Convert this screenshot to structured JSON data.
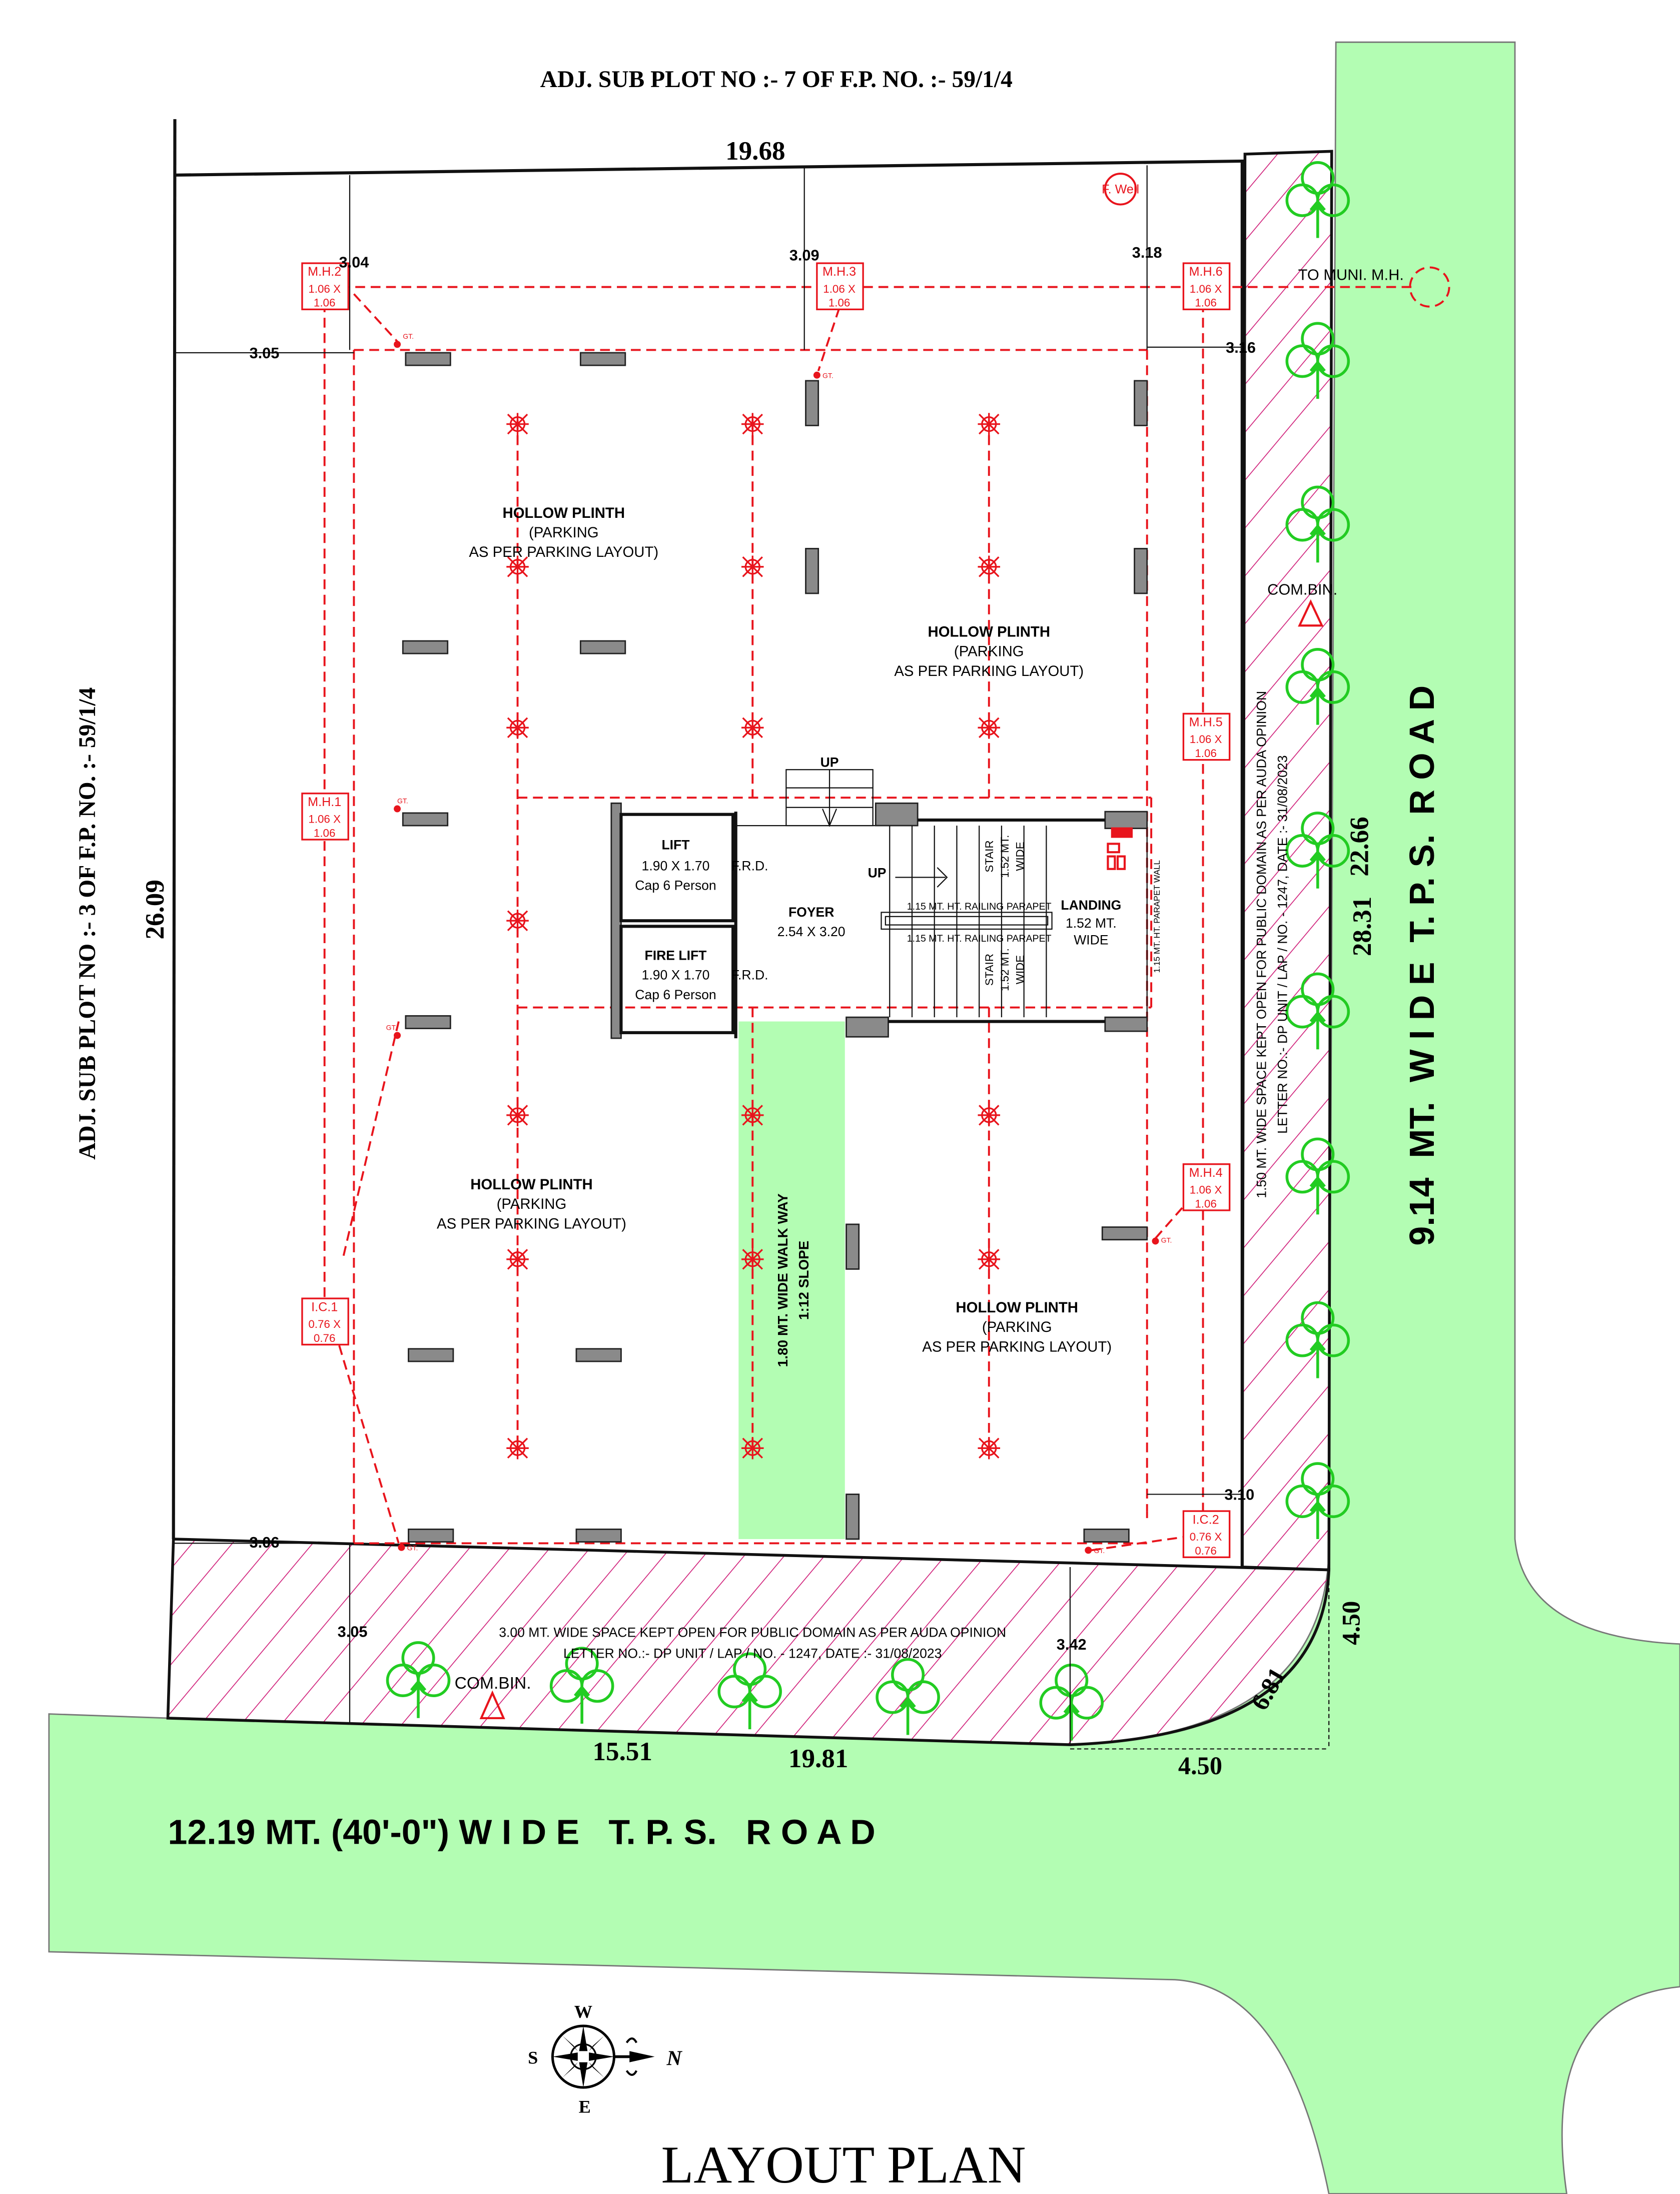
{
  "title": "LAYOUT PLAN",
  "adjacent": {
    "top": "ADJ. SUB PLOT NO :- 7 OF F.P. NO. :- 59/1/4",
    "left": "ADJ. SUB PLOT NO :- 3 OF F.P. NO. :- 59/1/4"
  },
  "roads": {
    "bottom": "12.19 MT. (40'-0\") W I D E   T. P. S.   R O A D",
    "right": "9.14  MT.  W I D E  T. P. S.  R O A D"
  },
  "dimensions": {
    "top_width": "19.68",
    "left_depth": "26.09",
    "right_22_66": "22.66",
    "right_28_31": "28.31",
    "bottom_15_51": "15.51",
    "bottom_19_81": "19.81",
    "corner_4_50_h": "4.50",
    "corner_4_50_v": "4.50",
    "corner_6_81": "6.81",
    "margin_3_04": "3.04",
    "margin_3_09": "3.09",
    "margin_3_18": "3.18",
    "margin_3_05_left": "3.05",
    "margin_3_16": "3.16",
    "margin_3_10": "3.10",
    "margin_3_06": "3.06",
    "margin_3_05_bottom": "3.05",
    "margin_3_42": "3.42"
  },
  "manholes": [
    {
      "label": "M.H.2",
      "size1": "1.06 X",
      "size2": "1.06"
    },
    {
      "label": "M.H.3",
      "size1": "1.06 X",
      "size2": "1.06"
    },
    {
      "label": "M.H.6",
      "size1": "1.06 X",
      "size2": "1.06"
    },
    {
      "label": "M.H.5",
      "size1": "1.06 X",
      "size2": "1.06"
    },
    {
      "label": "M.H.1",
      "size1": "1.06 X",
      "size2": "1.06"
    },
    {
      "label": "M.H.4",
      "size1": "1.06 X",
      "size2": "1.06"
    },
    {
      "label": "I.C.1",
      "size1": "0.76 X",
      "size2": "0.76"
    },
    {
      "label": "I.C.2",
      "size1": "0.76 X",
      "size2": "0.76"
    }
  ],
  "labels": {
    "well": "F. Well",
    "muni_mh": "TO MUNI. M.H.",
    "com_bin": "COM.BIN.",
    "gt": "GT.",
    "up": "UP"
  },
  "parking": [
    {
      "l1": "HOLLOW PLINTH",
      "l2": "(PARKING",
      "l3": "AS PER PARKING LAYOUT)"
    },
    {
      "l1": "HOLLOW PLINTH",
      "l2": "(PARKING",
      "l3": "AS PER PARKING LAYOUT)"
    },
    {
      "l1": "HOLLOW PLINTH",
      "l2": "(PARKING",
      "l3": "AS PER PARKING LAYOUT)"
    },
    {
      "l1": "HOLLOW PLINTH",
      "l2": "(PARKING",
      "l3": "AS PER PARKING LAYOUT)"
    }
  ],
  "core": {
    "lift": {
      "name": "LIFT",
      "size": "1.90 X 1.70",
      "cap": "Cap 6 Person"
    },
    "fire_lift": {
      "name": "FIRE LIFT",
      "size": "1.90 X 1.70",
      "cap": "Cap 6 Person"
    },
    "frd": "F.R.D.",
    "foyer": {
      "name": "FOYER",
      "size": "2.54 X 3.20"
    },
    "stair": {
      "l1": "STAIR",
      "l2": "1.52 MT.",
      "l3": "WIDE"
    },
    "railing": "1.15 MT. HT. RAILING PARAPET",
    "landing": {
      "l1": "LANDING",
      "l2": "1.52 MT.",
      "l3": "WIDE"
    },
    "parapet_wall": "1.15 MT. HT. PARAPET WALL"
  },
  "walkway": {
    "l1": "1.80  MT.  WIDE  WALK  WAY",
    "l2": "1:12  SLOPE"
  },
  "open_space": {
    "bottom_l1": "3.00  MT. WIDE SPACE KEPT OPEN FOR PUBLIC DOMAIN AS PER AUDA OPINION",
    "bottom_l2": "LETTER NO.:- DP UNIT / LAP / NO. - 1247,  DATE :- 31/08/2023",
    "right_l1": "1.50  MT. WIDE SPACE KEPT OPEN FOR PUBLIC DOMAIN AS PER AUDA OPINION",
    "right_l2": "LETTER NO.:- DP UNIT / LAP / NO. - 1247,  DATE :- 31/08/2023"
  },
  "compass": {
    "w": "W",
    "s": "S",
    "e": "E",
    "n": "N"
  },
  "colors": {
    "road": "#b3fdb3",
    "marking": "#e8141c",
    "hatch": "#d0207a",
    "tree": "#22cc22"
  }
}
